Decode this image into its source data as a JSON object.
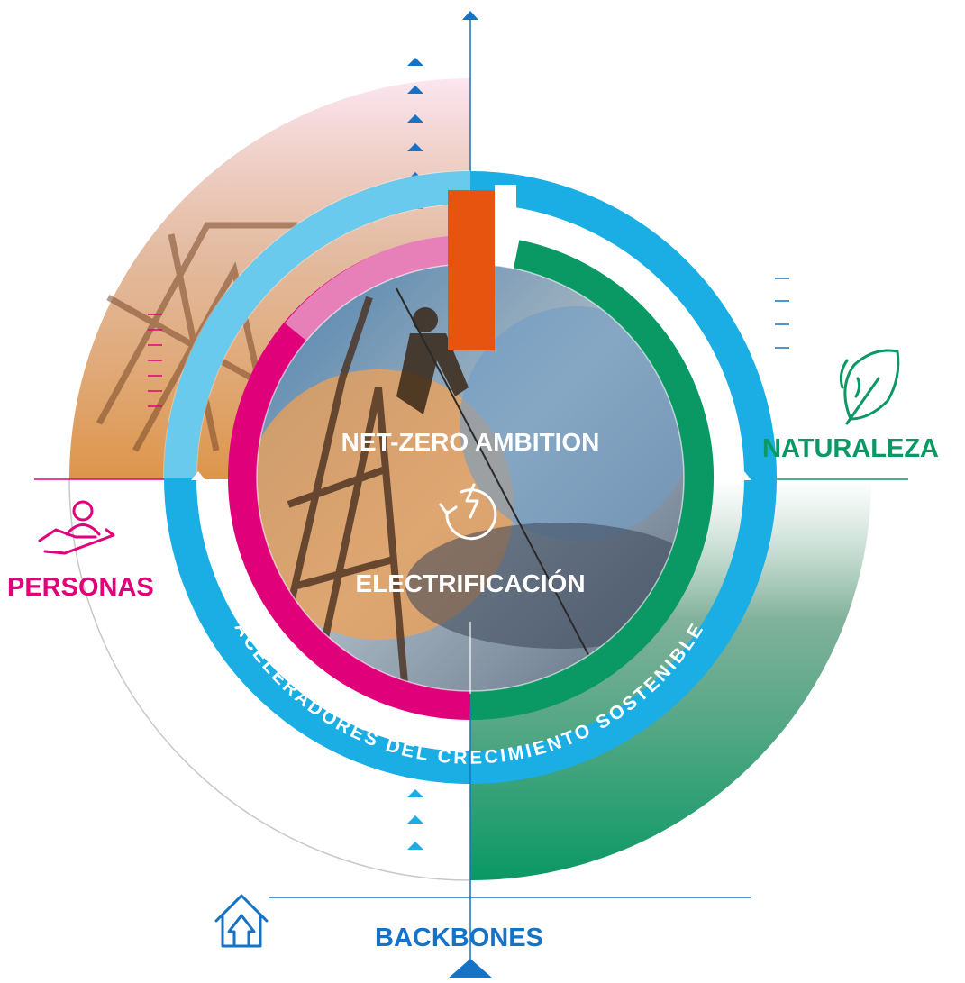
{
  "diagram": {
    "center": {
      "title": "NET-ZERO AMBITION",
      "subtitle": "ELECTRIFICACIÓN",
      "icon": "electrification-cycle-icon"
    },
    "ring_text": "ACELERADORES DEL CRECIMIENTO SOSTENIBLE",
    "pillars": {
      "personas": {
        "label": "PERSONAS",
        "icon": "hand-person-icon"
      },
      "naturaleza": {
        "label": "NATURALEZA",
        "icon": "leaf-globe-icon"
      },
      "backbones": {
        "label": "BACKBONES",
        "icon": "house-arrow-icon"
      }
    }
  },
  "colors": {
    "magenta": "#e0007a",
    "green": "#0a9864",
    "cyan": "#1aaee4",
    "blue": "#1672c4",
    "orange": "#e65410",
    "grey_line": "#c8c8c8"
  }
}
